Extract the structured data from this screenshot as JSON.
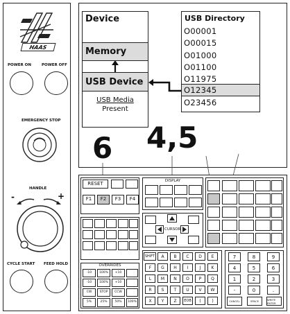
{
  "left_panel": {
    "logo_text": "HAAS",
    "power_on": "POWER ON",
    "power_off": "POWER OFF",
    "emergency_stop": "EMERGENCY STOP",
    "handle": "HANDLE",
    "minus": "-",
    "plus": "+",
    "cycle_start": "CYCLE START",
    "feed_hold": "FEED HOLD"
  },
  "screen": {
    "device_title": "Device",
    "memory": "Memory",
    "usb_device": "USB Device",
    "usb_media_line1": "USB Media",
    "usb_media_line2": "Present",
    "usb_title": "USB Directory",
    "files": [
      "O00001",
      "O00015",
      "O01000",
      "O01100",
      "O11975",
      "O12345",
      "O23456"
    ],
    "selected_file": "O12345"
  },
  "callouts": {
    "step_a": "6",
    "step_b": "4,5"
  },
  "keyboard": {
    "reset": "RESET",
    "fkeys": [
      "F1",
      "F2",
      "F3",
      "F4"
    ],
    "display": "DISPLAY",
    "cursor": "CURSOR",
    "overrides": "OVERRIDES",
    "override_row1": [
      "-10",
      "100%",
      "+10"
    ],
    "override_row2": [
      "-10",
      "100%",
      "+10"
    ],
    "override_row3": [
      "CW",
      "STOP",
      "CCW"
    ],
    "override_row4": [
      "5%",
      "25%",
      "50%",
      "100%"
    ],
    "alpha_row1": [
      "SHIFT",
      "A",
      "B",
      "C",
      "D",
      "E"
    ],
    "alpha_row2": [
      "F",
      "G",
      "H",
      "I",
      "J",
      "K"
    ],
    "alpha_row3": [
      "L",
      "M",
      "N",
      "O",
      "P",
      "Q"
    ],
    "alpha_row4": [
      "R",
      "S",
      "T",
      "U",
      "V",
      "W"
    ],
    "alpha_row5": [
      "X",
      "Y",
      "Z",
      "EOB",
      "(",
      ")"
    ],
    "num_row1": [
      "7",
      "8",
      "9"
    ],
    "num_row2": [
      "4",
      "5",
      "6"
    ],
    "num_row3": [
      "1",
      "2",
      "3"
    ],
    "num_row4": [
      "-",
      "0",
      "."
    ],
    "num_row5": [
      "CANCEL",
      "SPACE",
      "WRITE ENTER"
    ]
  },
  "colors": {
    "stroke": "#222222",
    "highlight": "#dcdcdc",
    "selected_key": "#c8c8c8"
  }
}
